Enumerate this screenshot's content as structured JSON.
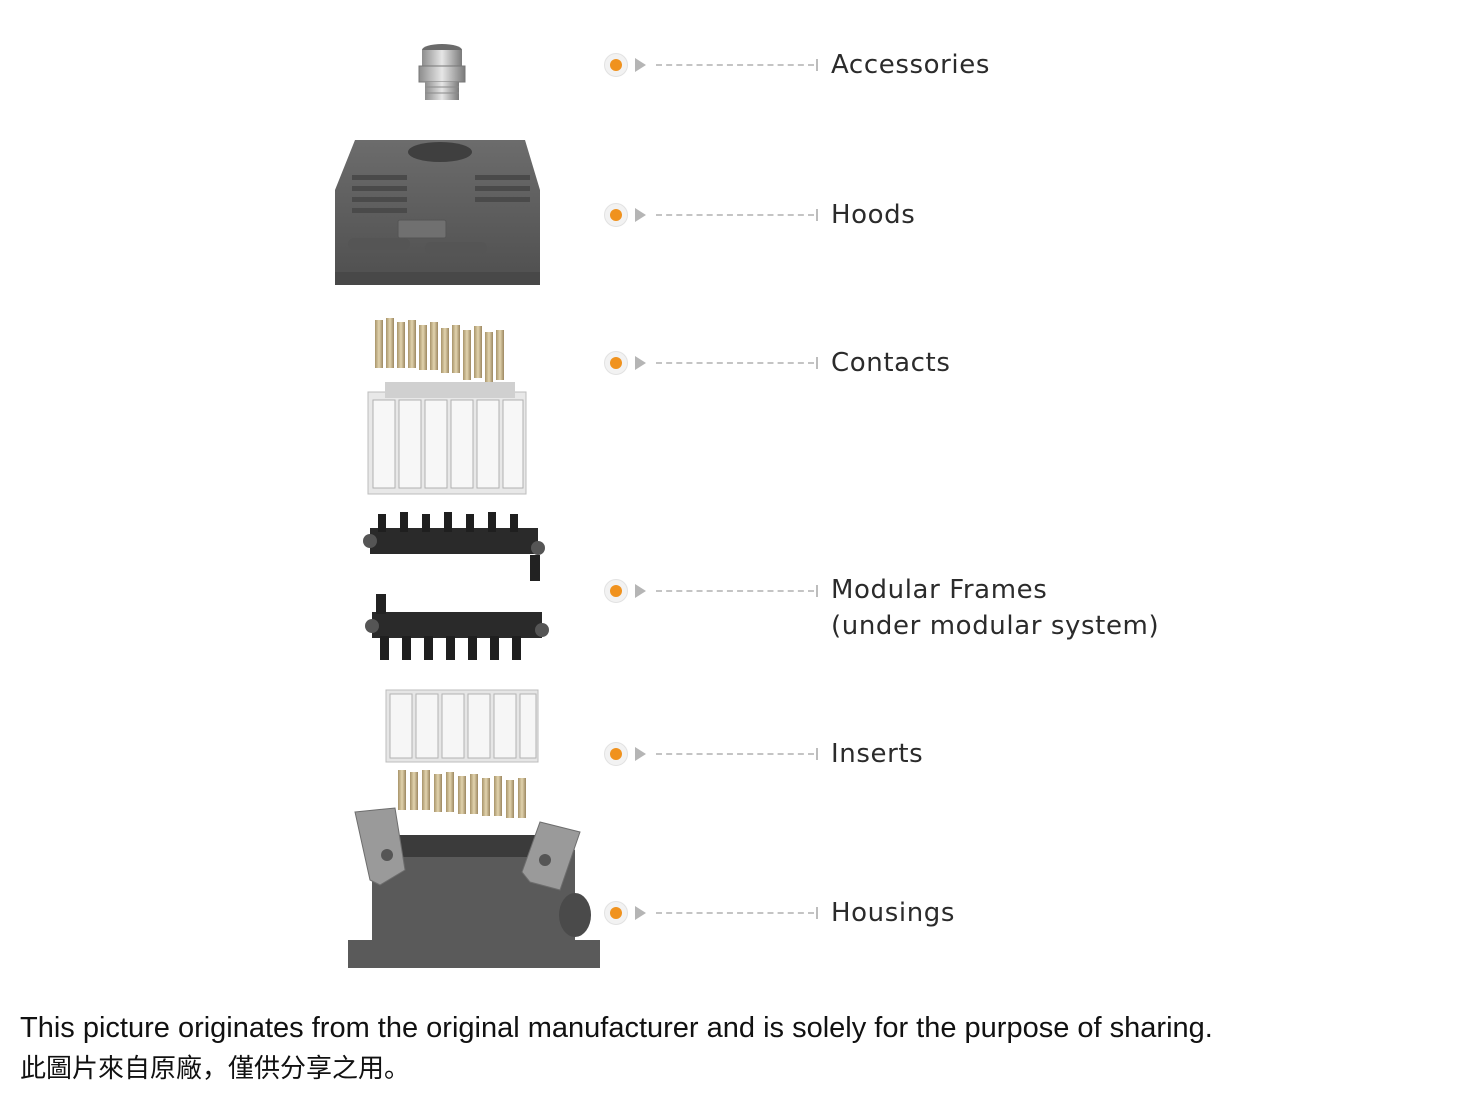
{
  "components": [
    {
      "id": "accessories",
      "label": "Accessories",
      "icon": "cable-gland-icon"
    },
    {
      "id": "hoods",
      "label": "Hoods",
      "icon": "hood-icon"
    },
    {
      "id": "contacts",
      "label": "Contacts",
      "icon": "contacts-icon"
    },
    {
      "id": "modular-frames",
      "label": "Modular Frames",
      "label_line2": "(under modular system)",
      "icon": "modular-frame-icon"
    },
    {
      "id": "inserts",
      "label": "Inserts",
      "icon": "insert-icon"
    },
    {
      "id": "housings",
      "label": "Housings",
      "icon": "housing-icon"
    }
  ],
  "caption": {
    "english": "This picture originates from the original manufacturer and is solely for the purpose of sharing.",
    "chinese": "此圖片來自原廠，僅供分享之用。"
  },
  "colors": {
    "accent": "#f0921e",
    "hood_dark": "#5e5e5e",
    "insert_light": "#e6e6e6",
    "frame_black": "#222222",
    "brass": "#c9b58a"
  }
}
